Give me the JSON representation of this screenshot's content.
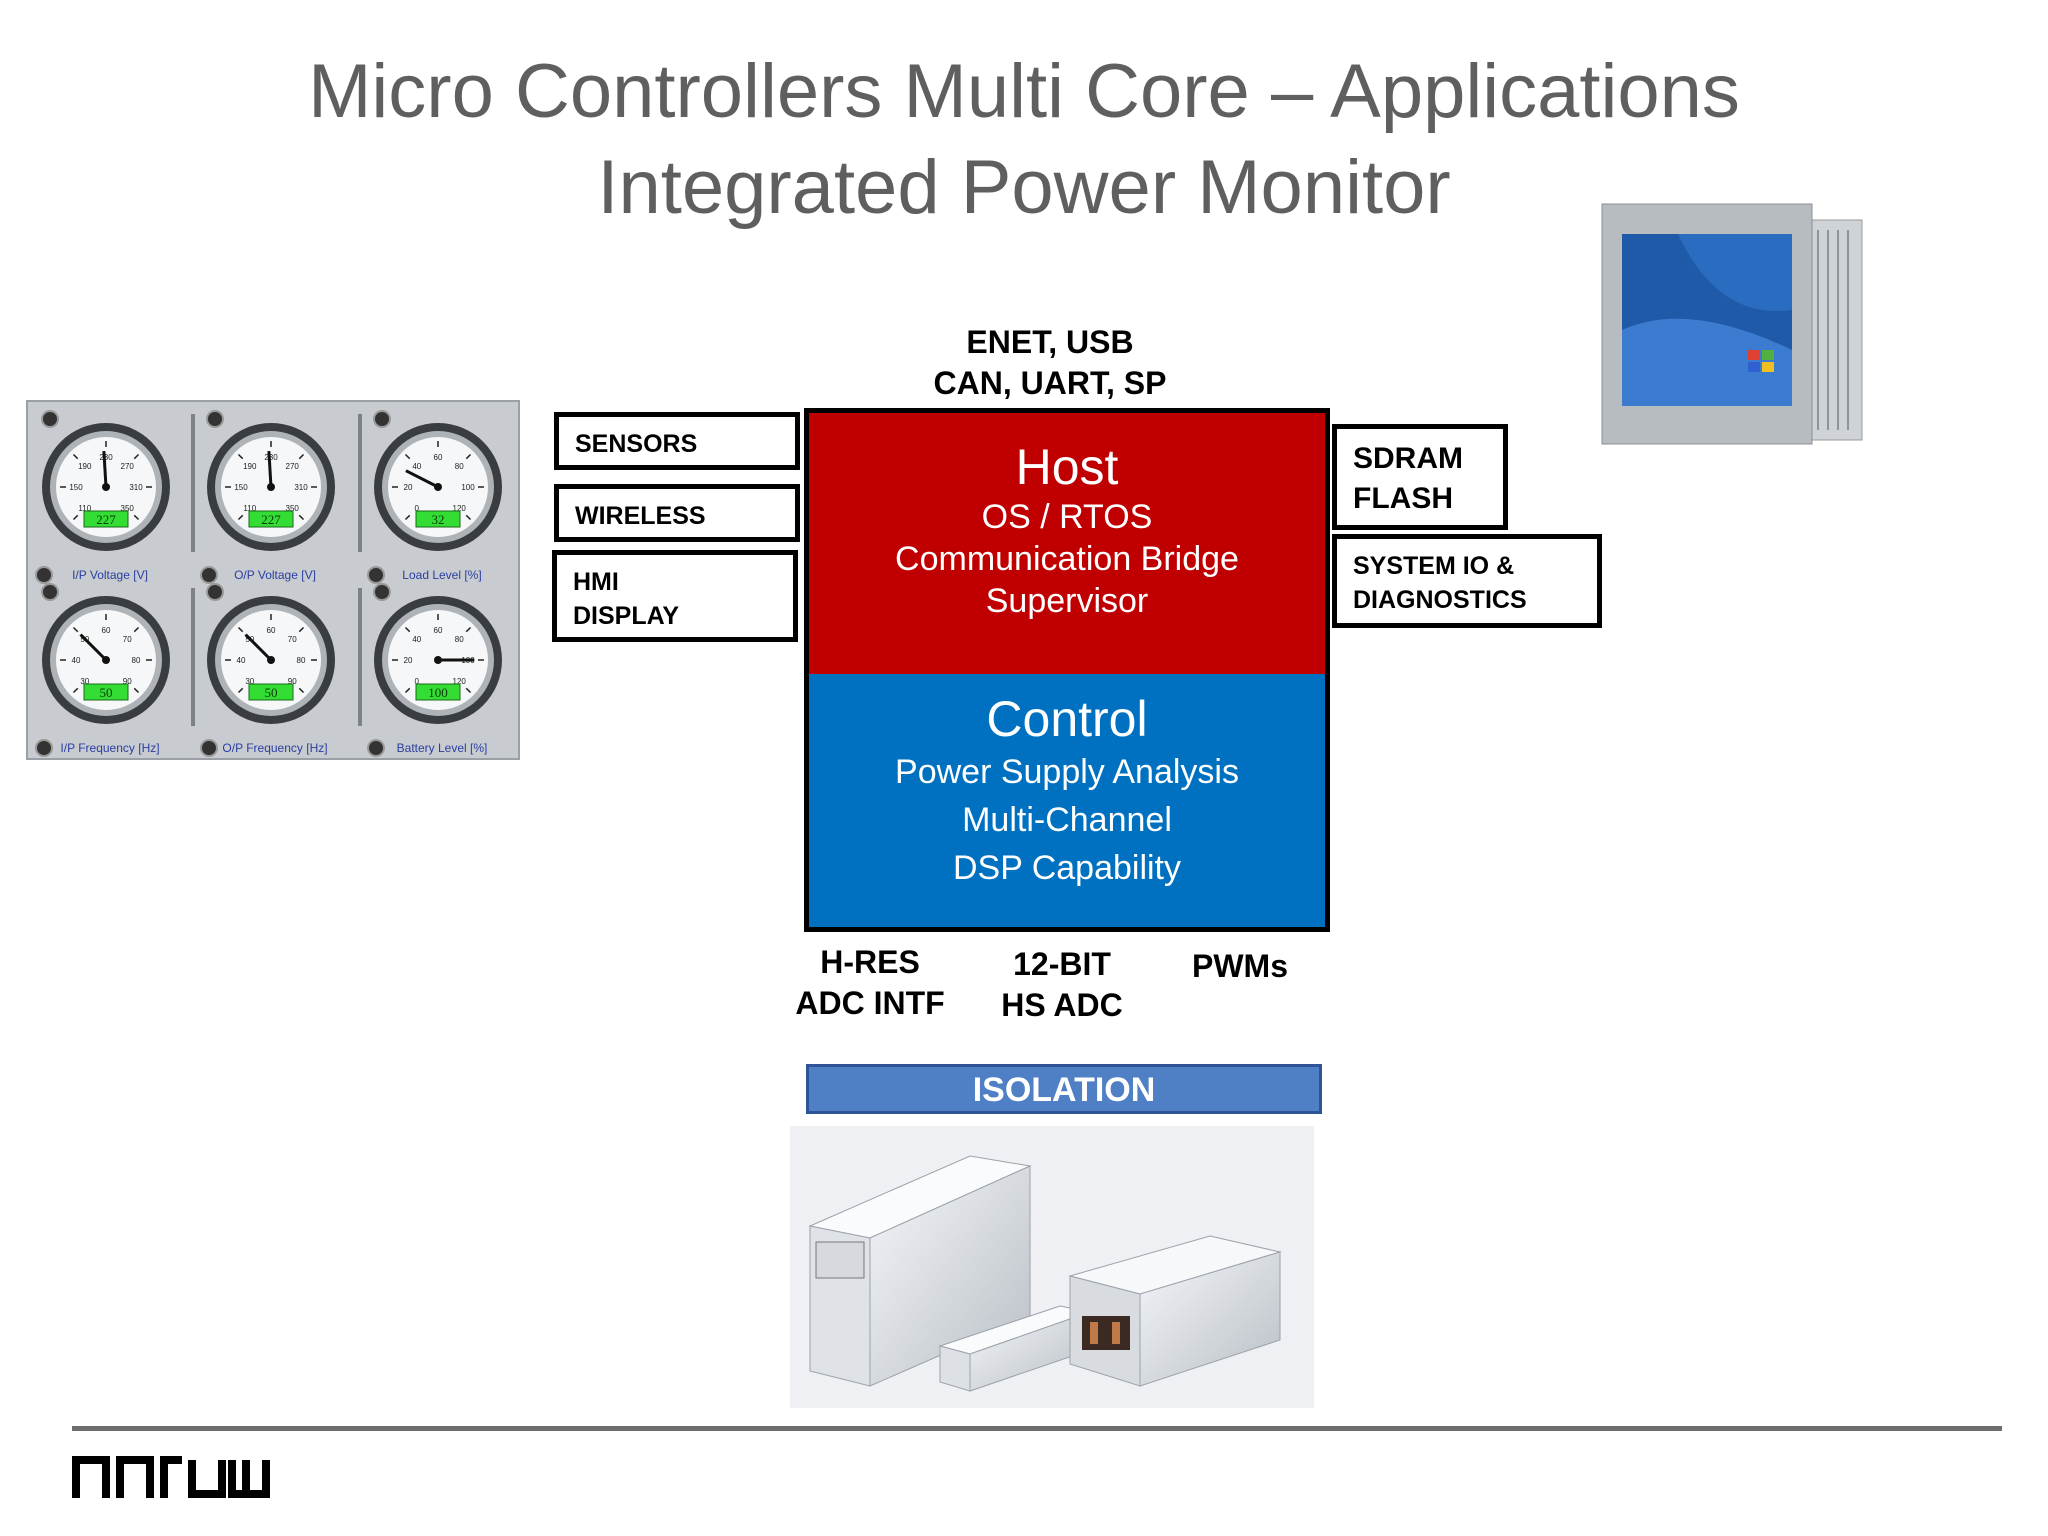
{
  "title": {
    "line1": "Micro Controllers Multi Core – Applications",
    "line2": "Integrated Power Monitor"
  },
  "top_interfaces": {
    "line1": "ENET, USB",
    "line2": "CAN, UART, SP"
  },
  "left_boxes": [
    {
      "line1": "SENSORS"
    },
    {
      "line1": "WIRELESS"
    },
    {
      "line1": "HMI",
      "line2": "DISPLAY"
    }
  ],
  "right_boxes": [
    {
      "line1": "SDRAM",
      "line2": "FLASH"
    },
    {
      "line1": "SYSTEM IO &",
      "line2": "DIAGNOSTICS"
    }
  ],
  "host": {
    "title": "Host",
    "lines": [
      "OS / RTOS",
      "Communication Bridge",
      "Supervisor"
    ],
    "color": "#c00000"
  },
  "control": {
    "title": "Control",
    "lines": [
      "Power Supply Analysis",
      "Multi-Channel",
      "DSP Capability"
    ],
    "color": "#0070c0"
  },
  "bottom_interfaces": [
    {
      "line1": "H-RES",
      "line2": "ADC INTF"
    },
    {
      "line1": "12-BIT",
      "line2": "HS ADC"
    },
    {
      "line1": "PWMs"
    }
  ],
  "isolation": {
    "label": "ISOLATION",
    "color": "#4f7fc4"
  },
  "gauges": [
    {
      "value": "227",
      "label": "I/P Voltage [V]",
      "ticks": [
        "110",
        "150",
        "190",
        "230",
        "270",
        "310",
        "350"
      ]
    },
    {
      "value": "227",
      "label": "O/P Voltage [V]",
      "ticks": [
        "110",
        "150",
        "190",
        "230",
        "270",
        "310",
        "350"
      ]
    },
    {
      "value": "32",
      "label": "Load Level [%]",
      "ticks": [
        "0",
        "20",
        "40",
        "60",
        "80",
        "100",
        "120"
      ]
    },
    {
      "value": "50",
      "label": "I/P Frequency [Hz]",
      "ticks": [
        "30",
        "40",
        "50",
        "60",
        "70",
        "80",
        "90"
      ]
    },
    {
      "value": "50",
      "label": "O/P Frequency [Hz]",
      "ticks": [
        "30",
        "40",
        "50",
        "60",
        "70",
        "80",
        "90"
      ]
    },
    {
      "value": "100",
      "label": "Battery Level [%]",
      "ticks": [
        "0",
        "20",
        "40",
        "60",
        "80",
        "100",
        "120"
      ]
    }
  ],
  "logo": {
    "text": "ARROW"
  }
}
